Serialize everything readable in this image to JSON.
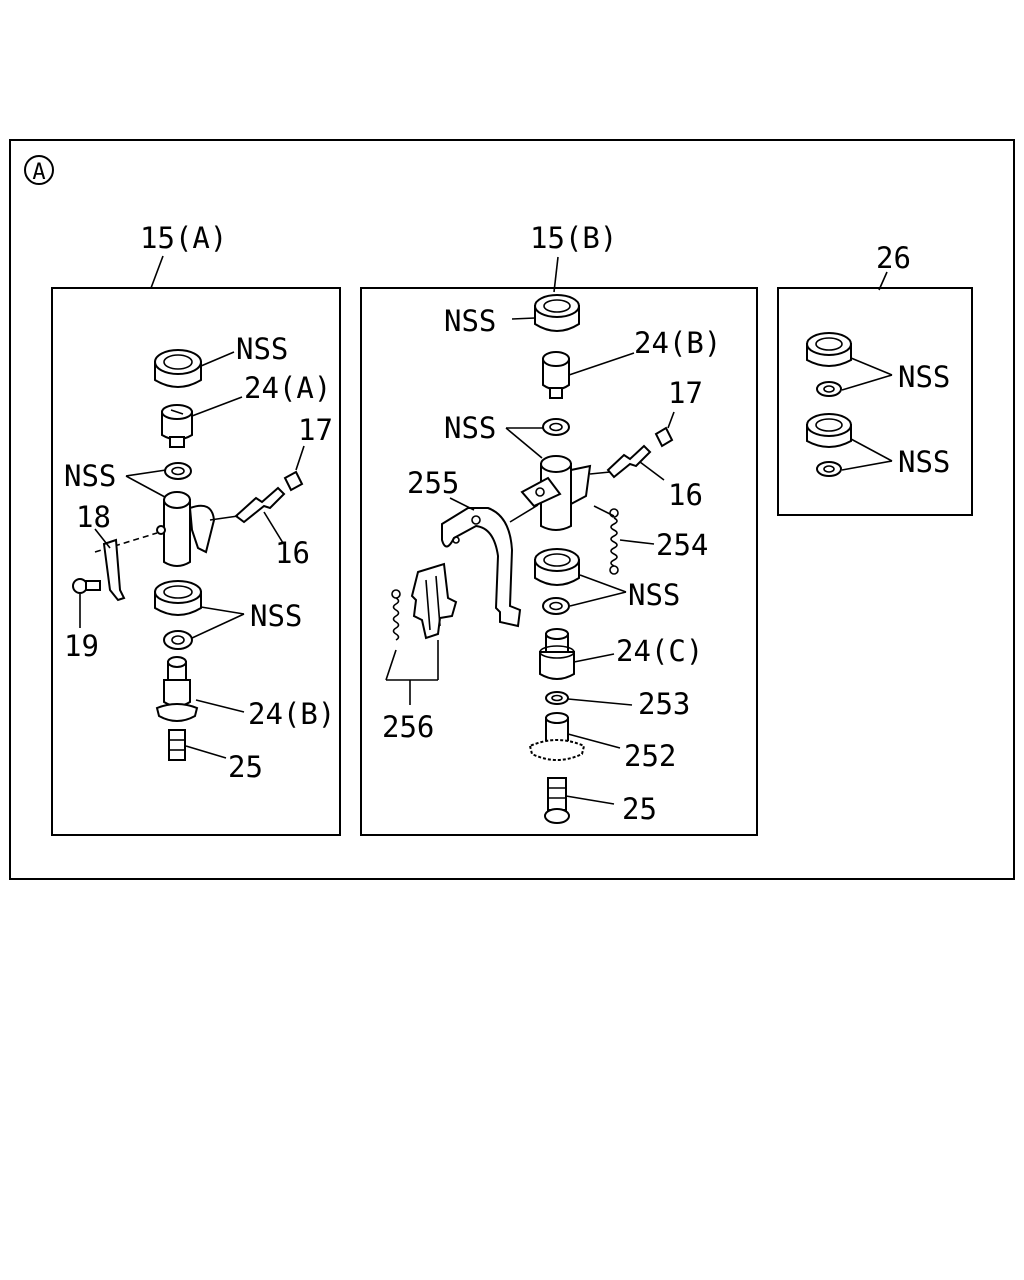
{
  "diagram": {
    "section_marker": "A",
    "groups": [
      {
        "id": "left",
        "title": "15(A)"
      },
      {
        "id": "mid",
        "title": "15(B)"
      },
      {
        "id": "right",
        "title": "26"
      }
    ],
    "labels": {
      "l_nss1": "NSS",
      "l_24a": "24(A)",
      "l_nss2": "NSS",
      "l_17": "17",
      "l_18": "18",
      "l_16": "16",
      "l_19": "19",
      "l_nss3": "NSS",
      "l_24b": "24(B)",
      "l_25": "25",
      "m_nss1": "NSS",
      "m_24b": "24(B)",
      "m_17": "17",
      "m_nss2": "NSS",
      "m_255": "255",
      "m_16": "16",
      "m_254": "254",
      "m_nss3": "NSS",
      "m_24c": "24(C)",
      "m_256": "256",
      "m_253": "253",
      "m_252": "252",
      "m_25": "25",
      "r_nss1": "NSS",
      "r_nss2": "NSS"
    }
  }
}
